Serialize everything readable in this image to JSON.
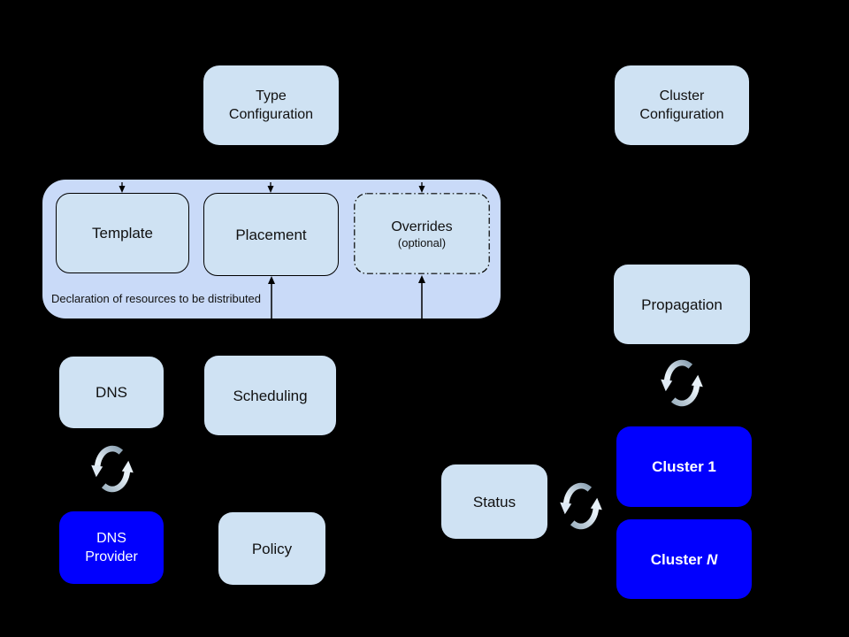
{
  "colors": {
    "background": "#000000",
    "group_fill": "#c9daf8",
    "box_fill": "#cfe2f3",
    "cluster_fill": "#0100fe",
    "text_dark": "#111111",
    "text_light": "#ffffff",
    "connector": "#000000",
    "sync_icon_dark": "#8aa0b2",
    "sync_icon_light": "#e8f1f8"
  },
  "icons": {
    "sync": "sync-arrows-icon"
  },
  "nodes": {
    "type_configuration": {
      "line1": "Type",
      "line2": "Configuration"
    },
    "cluster_configuration": {
      "line1": "Cluster",
      "line2": "Configuration"
    },
    "template": {
      "label": "Template"
    },
    "placement": {
      "label": "Placement"
    },
    "overrides": {
      "label": "Overrides",
      "sublabel": "(optional)"
    },
    "resource_group": {
      "caption": "Declaration of resources to be distributed"
    },
    "dns": {
      "label": "DNS"
    },
    "scheduling": {
      "label": "Scheduling"
    },
    "propagation": {
      "label": "Propagation"
    },
    "status": {
      "label": "Status"
    },
    "policy": {
      "label": "Policy"
    },
    "dns_provider": {
      "line1": "DNS",
      "line2": "Provider"
    },
    "cluster_1": {
      "prefix": "Cluster",
      "suffix": "1"
    },
    "cluster_n": {
      "prefix": "Cluster",
      "suffix": "N"
    }
  }
}
